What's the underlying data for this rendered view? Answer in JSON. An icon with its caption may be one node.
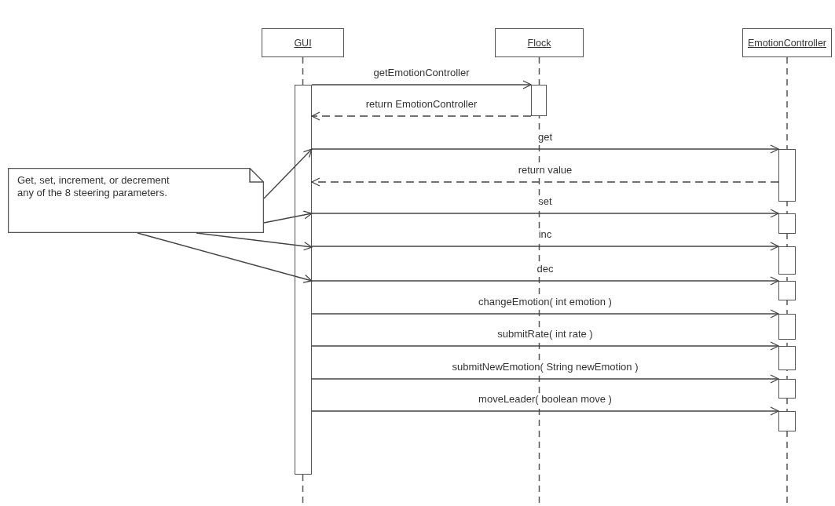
{
  "diagram": {
    "nodes": [
      {
        "text": [
          "GUI"
        ]
      },
      {
        "text": [
          "Flock"
        ]
      },
      {
        "text": [
          "EmotionController"
        ]
      },
      {
        "text": [],
        "shape": "bar"
      },
      {
        "text": [],
        "shape": "bar"
      },
      {
        "text": [],
        "shape": "bar"
      },
      {
        "text": [],
        "shape": "bar"
      },
      {
        "text": [],
        "shape": "bar"
      },
      {
        "text": [],
        "shape": "bar"
      },
      {
        "text": [],
        "shape": "bar"
      },
      {
        "text": [],
        "shape": "bar"
      },
      {
        "text": [],
        "shape": "bar"
      },
      {
        "text": [],
        "shape": "bar"
      },
      {
        "text": [
          "Get, set, increment, or decrement any of the 8 steering parameters."
        ]
      }
    ],
    "edges": [
      {
        "from": 3,
        "to": 4,
        "arrow": "to",
        "label": "getEmotionController"
      },
      {
        "from": 4,
        "to": 3,
        "arrow": "to",
        "label": "return EmotionController",
        "style": "dashed"
      },
      {
        "from": 3,
        "to": 5,
        "arrow": "to",
        "label": "get"
      },
      {
        "from": 5,
        "to": 3,
        "arrow": "to",
        "label": "return value",
        "style": "dashed"
      },
      {
        "from": 3,
        "to": 6,
        "arrow": "to",
        "label": "set"
      },
      {
        "from": 3,
        "to": 7,
        "arrow": "to",
        "label": "inc"
      },
      {
        "from": 3,
        "to": 8,
        "arrow": "to",
        "label": "dec"
      },
      {
        "from": 3,
        "to": 9,
        "arrow": "to",
        "label": "changeEmotion( int emotion )"
      },
      {
        "from": 3,
        "to": 10,
        "arrow": "to",
        "label": "submitRate( int rate )"
      },
      {
        "from": 3,
        "to": 11,
        "arrow": "to",
        "label": "submitNewEmotion( String newEmotion )"
      },
      {
        "from": 3,
        "to": 12,
        "arrow": "to",
        "label": "moveLeader( boolean move )"
      },
      {
        "from": 13,
        "to": 3,
        "arrow": "to"
      },
      {
        "from": 13,
        "to": 3,
        "arrow": "to"
      },
      {
        "from": 13,
        "to": 3,
        "arrow": "to"
      },
      {
        "from": 13,
        "to": 3,
        "arrow": "to"
      }
    ]
  }
}
